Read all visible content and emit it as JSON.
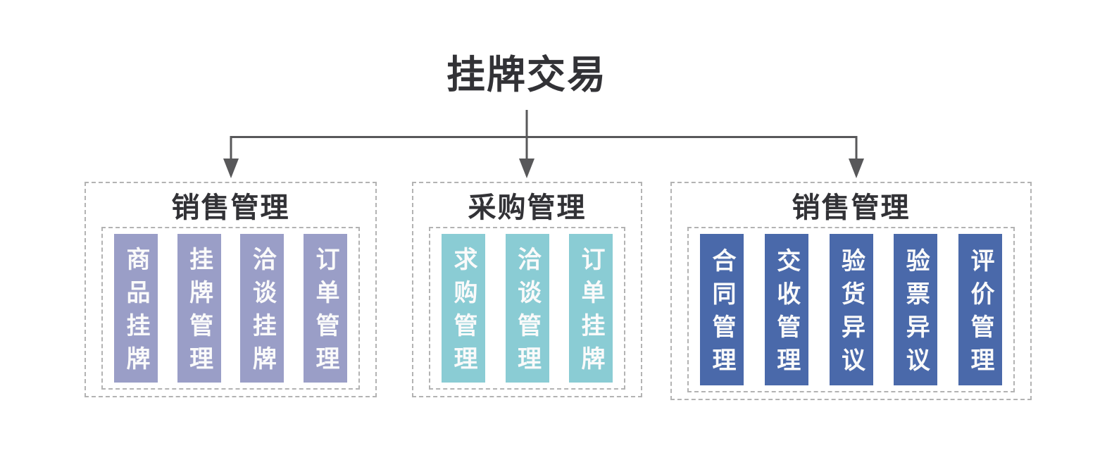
{
  "title": "挂牌交易",
  "colors": {
    "connector": "#58585a",
    "dashed_border": "#b3b3b3",
    "sales_item_bg": "#9a9ec7",
    "purchase_item_bg": "#8accd4",
    "aftersale_item_bg": "#4a69aa",
    "item_text": "#fafafa",
    "heading_text": "#323236"
  },
  "groups": [
    {
      "label": "销售管理",
      "items": [
        "商品挂牌",
        "挂牌管理",
        "洽谈挂牌",
        "订单管理"
      ]
    },
    {
      "label": "采购管理",
      "items": [
        "求购管理",
        "洽谈管理",
        "订单挂牌"
      ]
    },
    {
      "label": "销售管理",
      "items": [
        "合同管理",
        "交收管理",
        "验货异议",
        "验票异议",
        "评价管理"
      ]
    }
  ]
}
